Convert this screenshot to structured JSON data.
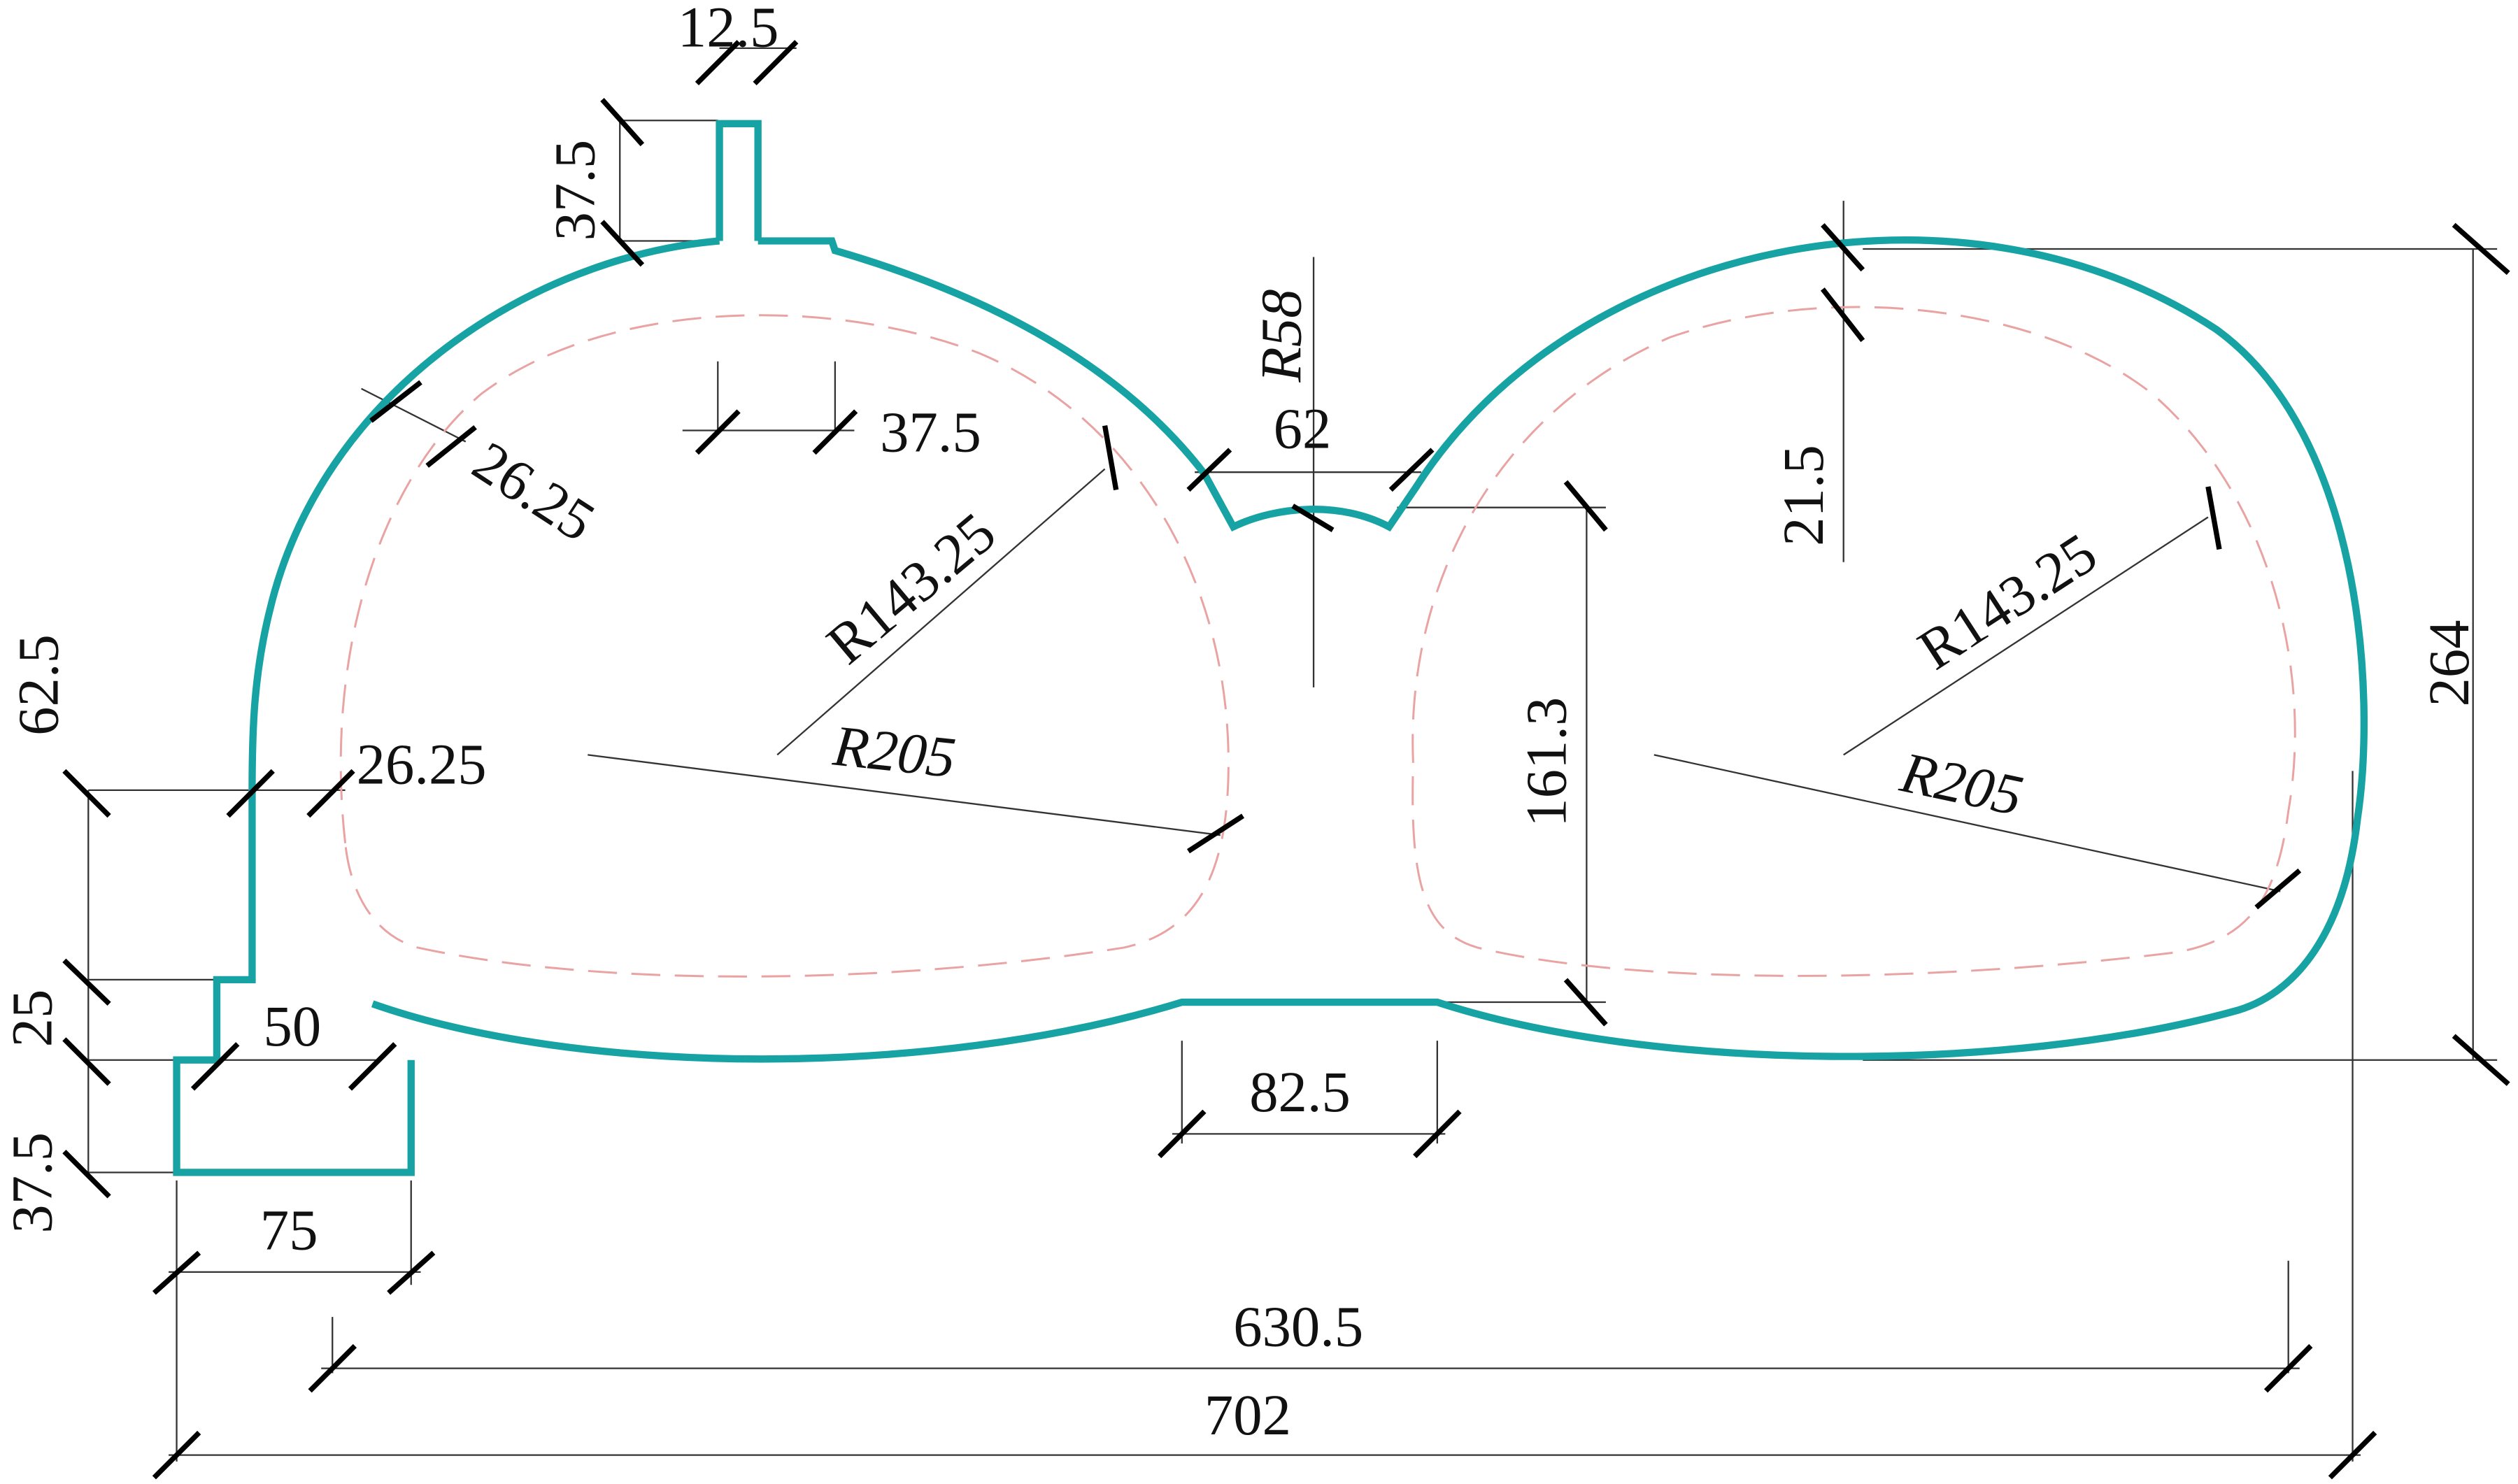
{
  "colors": {
    "outline": "#17a3a3",
    "inner_line": "#e9a3a3",
    "dimension": "#000000",
    "background": "#ffffff"
  },
  "labels": {
    "top_width": "12.5",
    "top_height": "37.5",
    "lining_width": "37.5",
    "thickness_upper": "26.25",
    "thickness_left": "26.25",
    "radius_inner_left": "R143.25",
    "radius_outer_left": "R205",
    "radius_middle": "R58",
    "middle_width": "62",
    "middle_height": "161.3",
    "radius_inner_right": "R143.25",
    "radius_outer_right": "R205",
    "crown_thickness": "21.5",
    "total_height": "264",
    "left_62_5": "62.5",
    "left_25": "25",
    "left_37_5": "37.5",
    "ditch_50": "50",
    "ditch_75": "75",
    "bottom_82_5": "82.5",
    "span_630_5": "630.5",
    "span_702": "702"
  }
}
